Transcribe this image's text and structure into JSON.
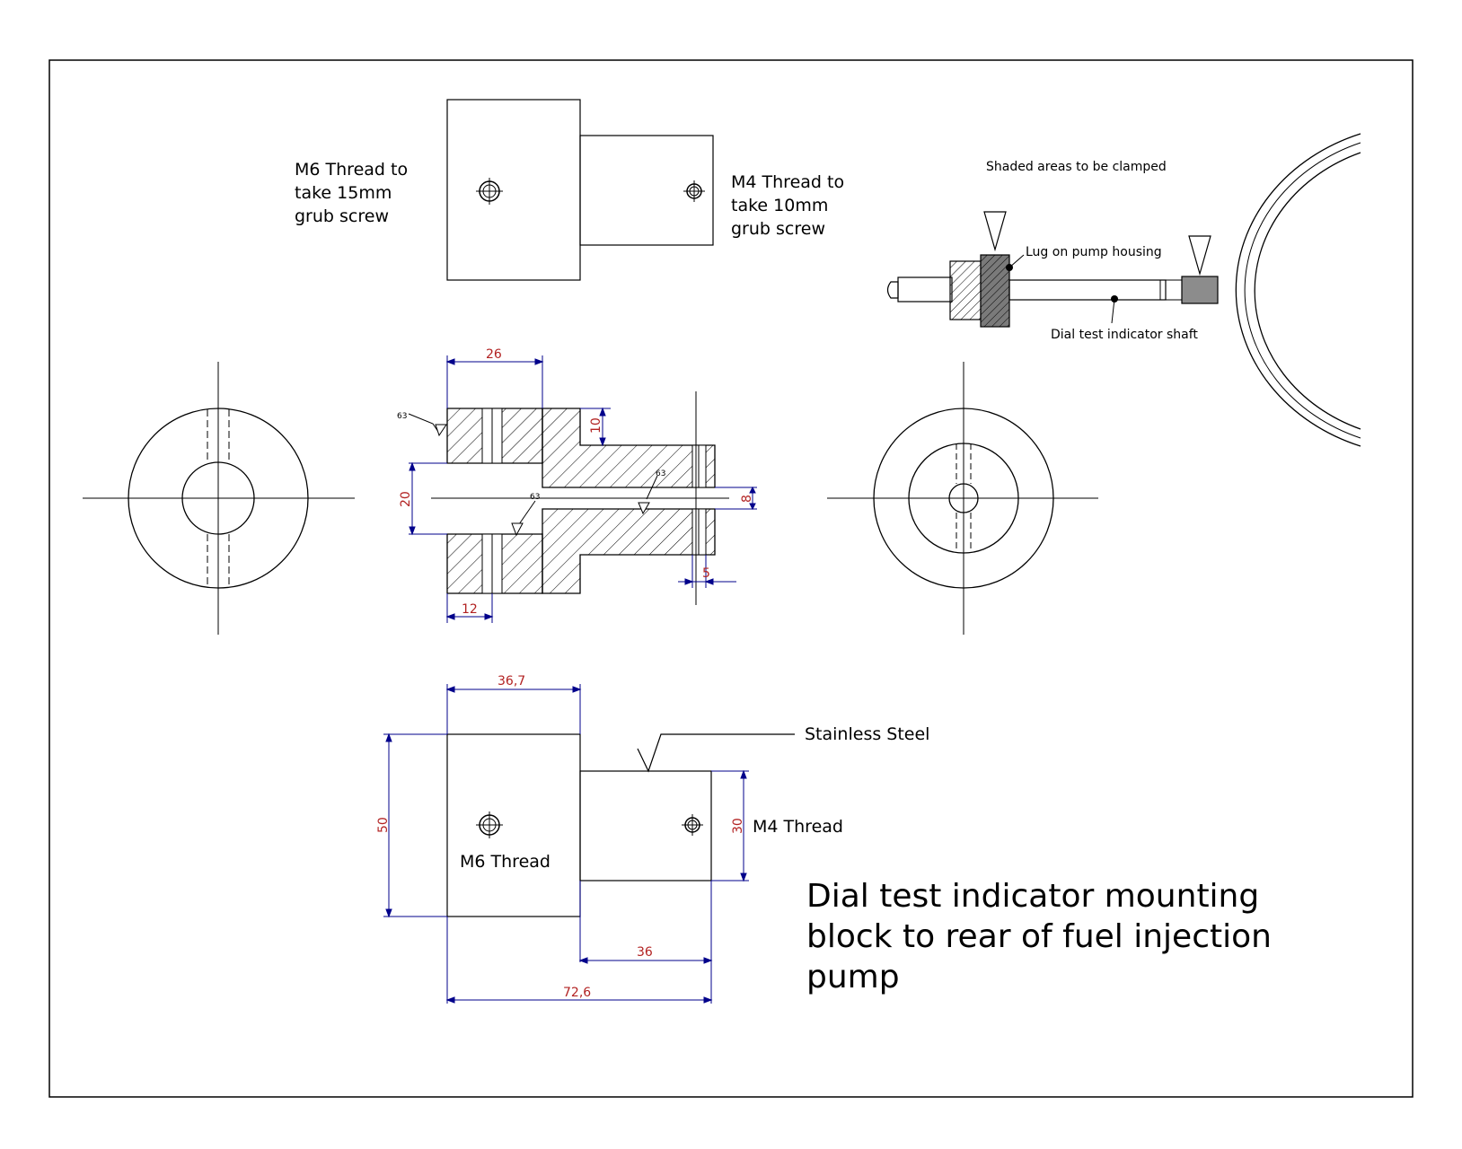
{
  "top_view": {
    "m6_note": [
      "M6 Thread to",
      "take 15mm",
      "grub screw"
    ],
    "m4_note": [
      "M4 Thread to",
      "take 10mm",
      "grub screw"
    ]
  },
  "clamp_detail": {
    "heading": "Shaded areas to be clamped",
    "lug_label": "Lug on pump housing",
    "shaft_label": "Dial test indicator shaft"
  },
  "section_view": {
    "dims": {
      "width_26": "26",
      "step_10": "10",
      "bore_20": "20",
      "bore_8": "8",
      "slot_12": "12",
      "slot_5": "5"
    },
    "finish_marks": [
      "63",
      "63",
      "63"
    ]
  },
  "bottom_view": {
    "dims": {
      "width_367": "36,7",
      "height_50": "50",
      "height_30": "30",
      "width_36": "36",
      "total_726": "72,6"
    },
    "material_label": "Stainless Steel",
    "m6_label": "M6 Thread",
    "m4_label": "M4 Thread"
  },
  "title_block": {
    "lines": [
      "Dial test indicator mounting",
      "block to rear of fuel injection",
      "pump"
    ]
  },
  "colors": {
    "line": "#000000",
    "dimension": "#00008b",
    "dimension_text": "#b22222",
    "shade_dark": "#777777",
    "shade_medium": "#8c8c8c"
  }
}
